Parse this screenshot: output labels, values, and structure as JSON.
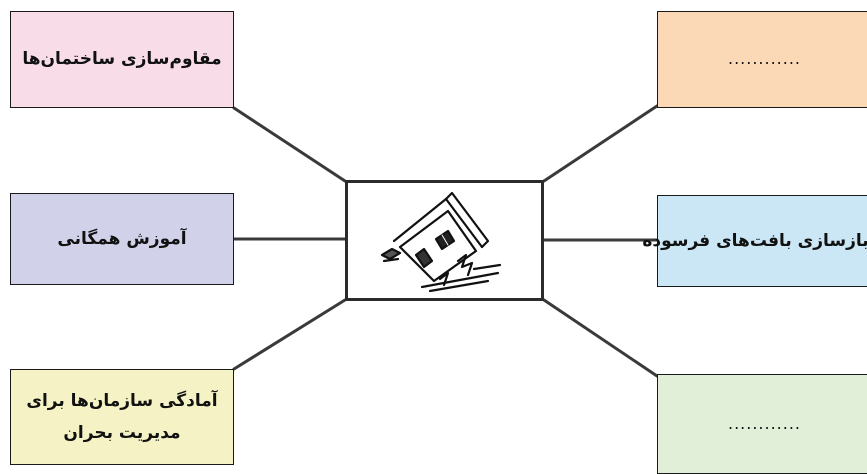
{
  "boxes": {
    "top_left": "مقاوم‌سازی ساختمان‌ها",
    "middle_left": "آموزش همگانی",
    "bottom_left_line1": "آمادگی سازمان‌ها برای",
    "bottom_left_line2": "مدیریت بحران",
    "top_right": "............",
    "middle_right": "بازسازی بافت‌های فرسوده",
    "bottom_right": "............"
  },
  "colors": {
    "top_left": "#f8dde9",
    "middle_left": "#d2d1ea",
    "bottom_left": "#f5f3c5",
    "top_right": "#fbd9b6",
    "middle_right": "#cbe7f6",
    "bottom_right": "#e1efd8"
  },
  "center_icon": "collapsing-house-earthquake-icon"
}
